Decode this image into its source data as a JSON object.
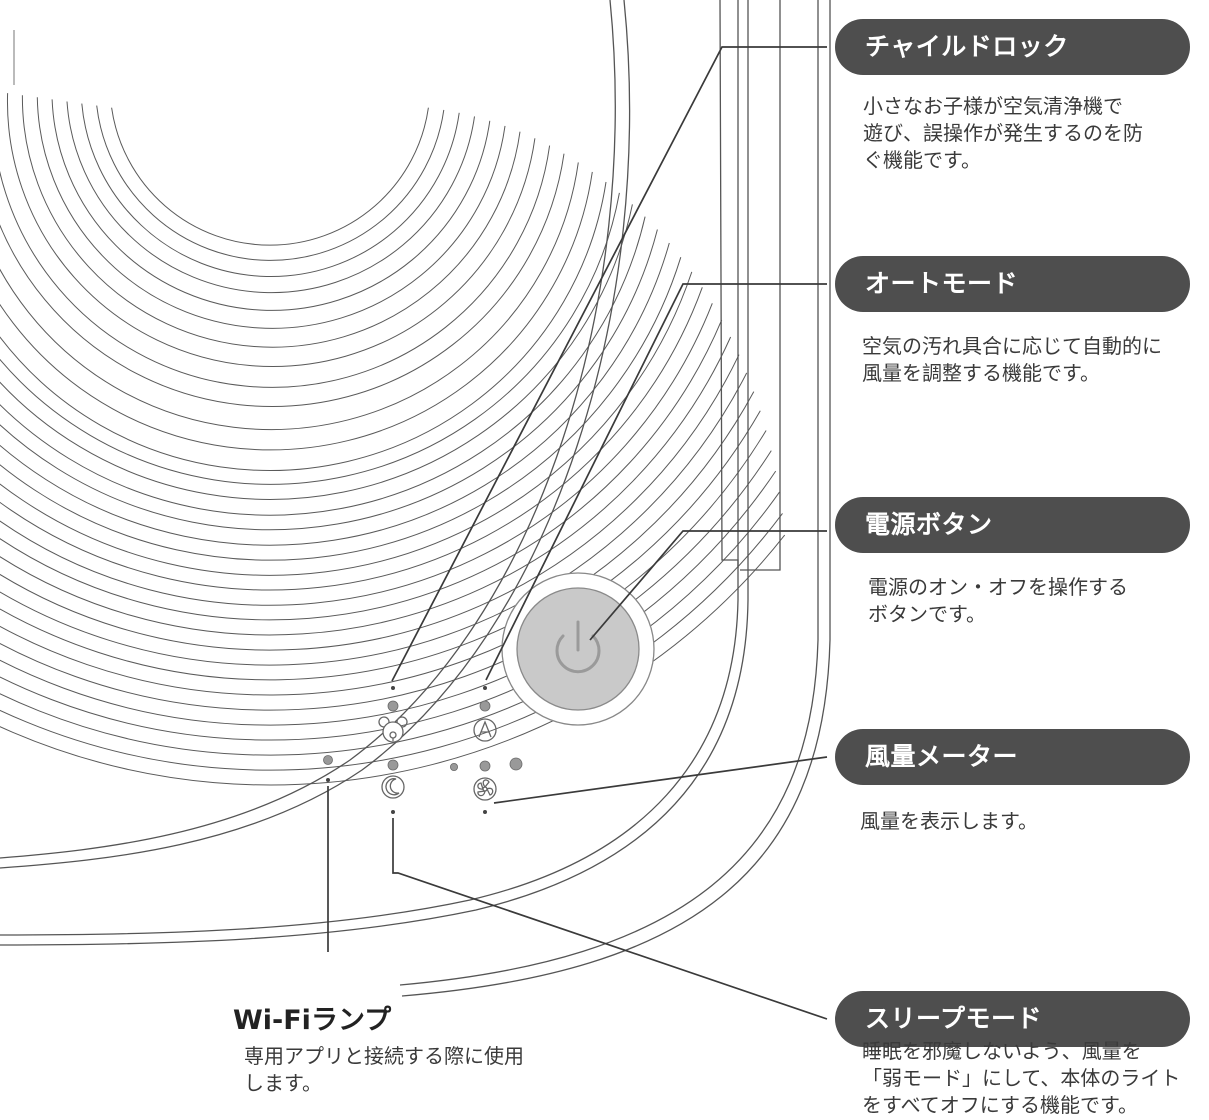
{
  "callouts": {
    "child_lock": {
      "title": "チャイルドロック",
      "description": "小さなお子様が空気清浄機で\n遊び、誤操作が発生するのを防\nぐ機能です。"
    },
    "auto_mode": {
      "title": "オートモード",
      "description": "空気の汚れ具合に応じて自動的に\n風量を調整する機能です。"
    },
    "power_button": {
      "title": "電源ボタン",
      "description": "電源のオン・オフを操作する\nボタンです。"
    },
    "fan_meter": {
      "title": "風量メーター",
      "description": "風量を表示します。"
    },
    "sleep_mode": {
      "title": "スリープモード",
      "description": "睡眠を邪魔しないよう、風量を\n「弱モード」にして、本体のライト\nをすべてオフにする機能です。"
    },
    "wifi_lamp": {
      "title": "Wi-Fiランプ",
      "description": "専用アプリと接続する際に使用\nします。"
    }
  },
  "icons": {
    "child_lock": "bear-face-icon",
    "auto_mode": "auto-a-icon",
    "sleep_mode": "moon-icon",
    "fan_meter": "fan-icon",
    "power_button": "power-icon",
    "wifi_lamp": "indicator-dot-icon"
  },
  "colors": {
    "pill_background": "#4e4e4e",
    "power_button_fill": "#c9c9c9",
    "indicator_dot": "#999999",
    "line_art": "#4a4a4a"
  }
}
